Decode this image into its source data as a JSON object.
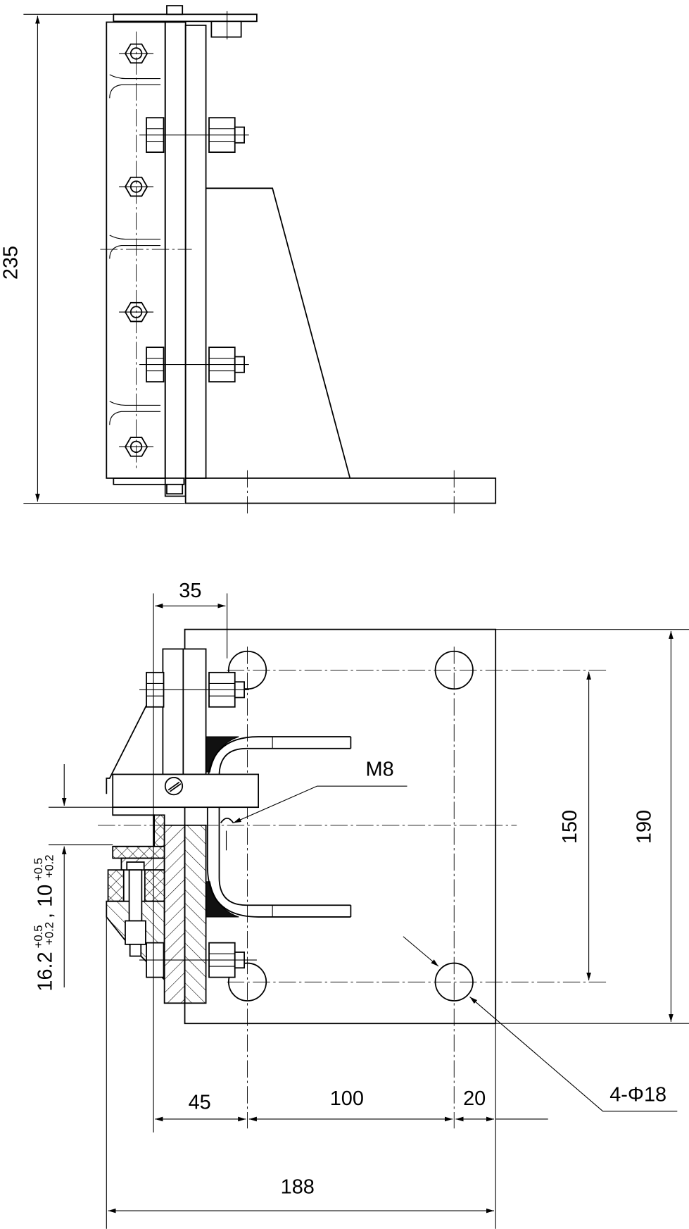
{
  "drawing": {
    "top_view": {
      "height_dim": "235"
    },
    "bottom_view": {
      "dim_35": "35",
      "thread_label": "M8",
      "dim_150": "150",
      "dim_190": "190",
      "dim_45": "45",
      "dim_100": "100",
      "dim_20": "20",
      "hole_label": "4-Φ18",
      "dim_188": "188",
      "gap_dim": {
        "a": "16.2",
        "a_upper": "+0.5",
        "a_lower": "+0.2",
        "sep": " , ",
        "b": "10",
        "b_upper": "+0.5",
        "b_lower": "+0.2"
      }
    }
  }
}
